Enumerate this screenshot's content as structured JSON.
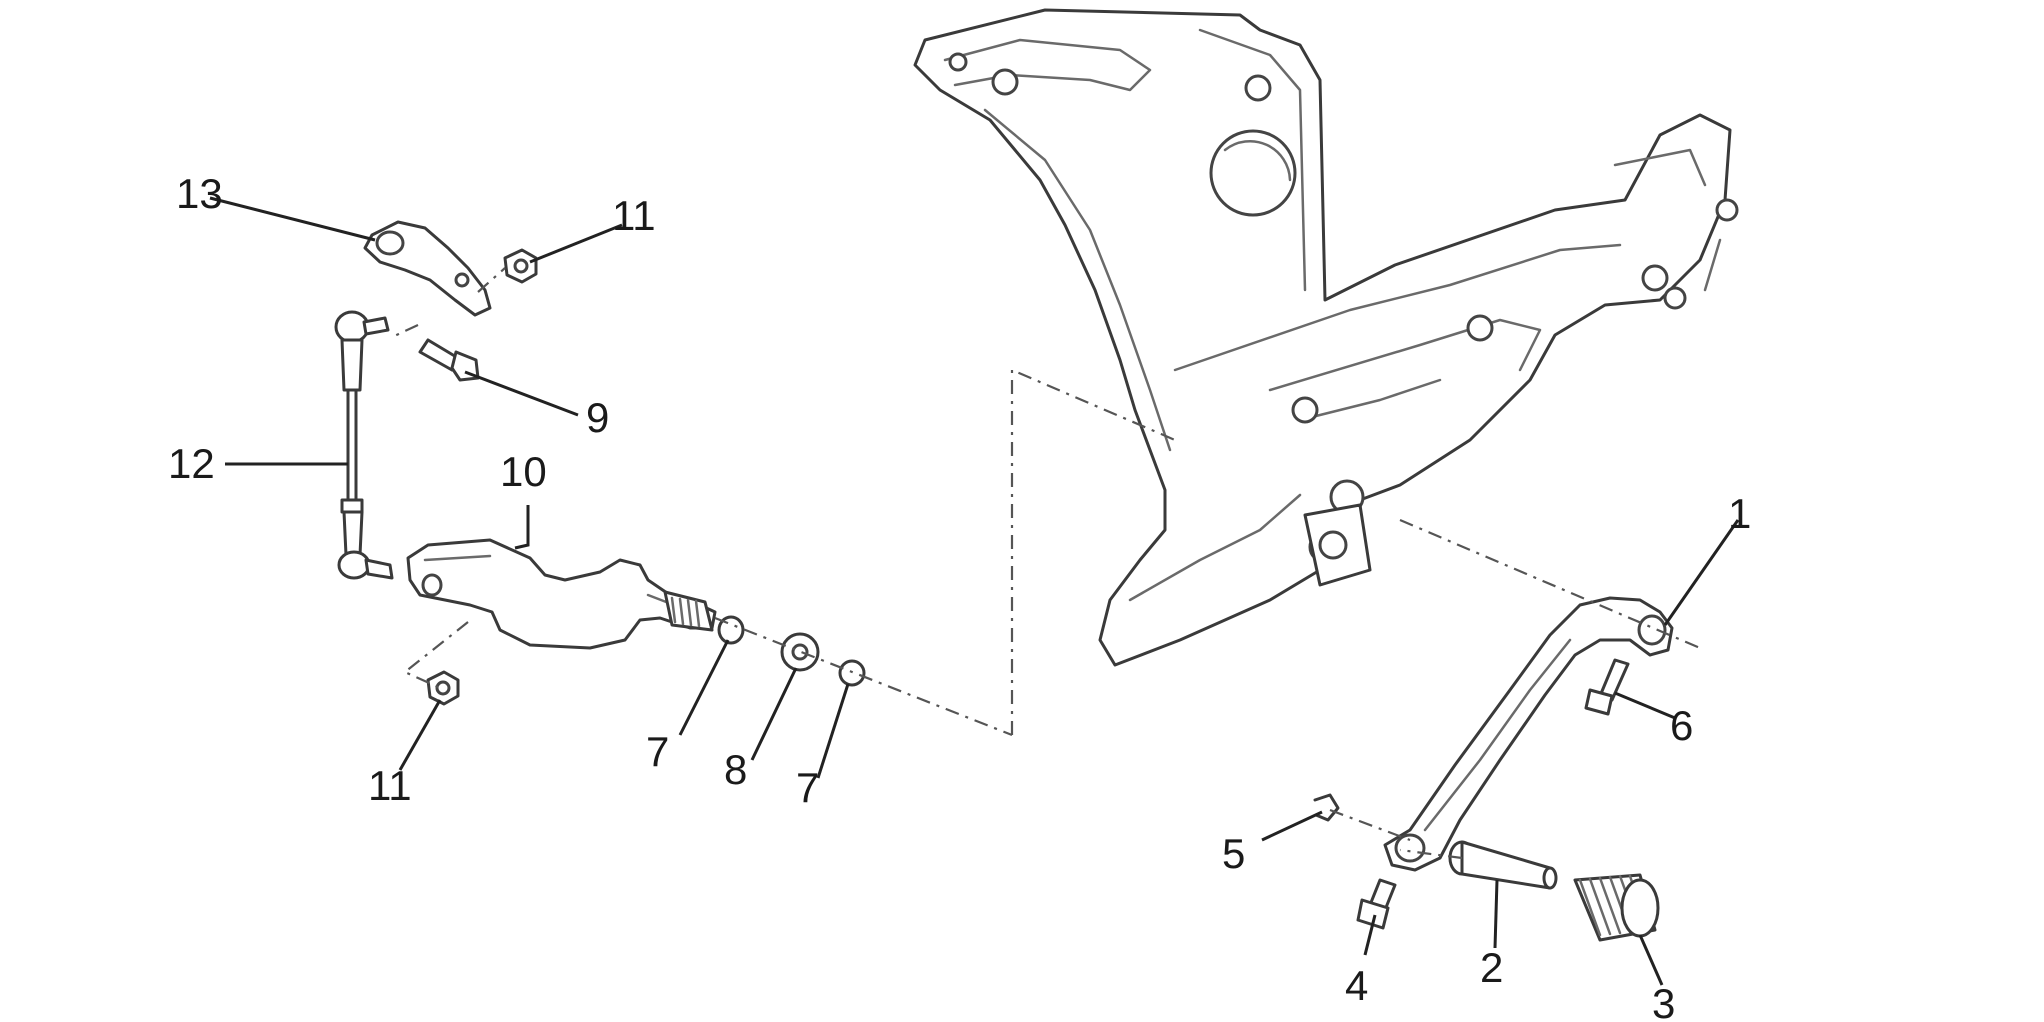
{
  "callouts": {
    "c1": "1",
    "c2": "2",
    "c3": "3",
    "c4": "4",
    "c5": "5",
    "c6": "6",
    "c7a": "7",
    "c7b": "7",
    "c8": "8",
    "c9": "9",
    "c10": "10",
    "c11a": "11",
    "c11b": "11",
    "c12": "12",
    "c13": "13"
  }
}
